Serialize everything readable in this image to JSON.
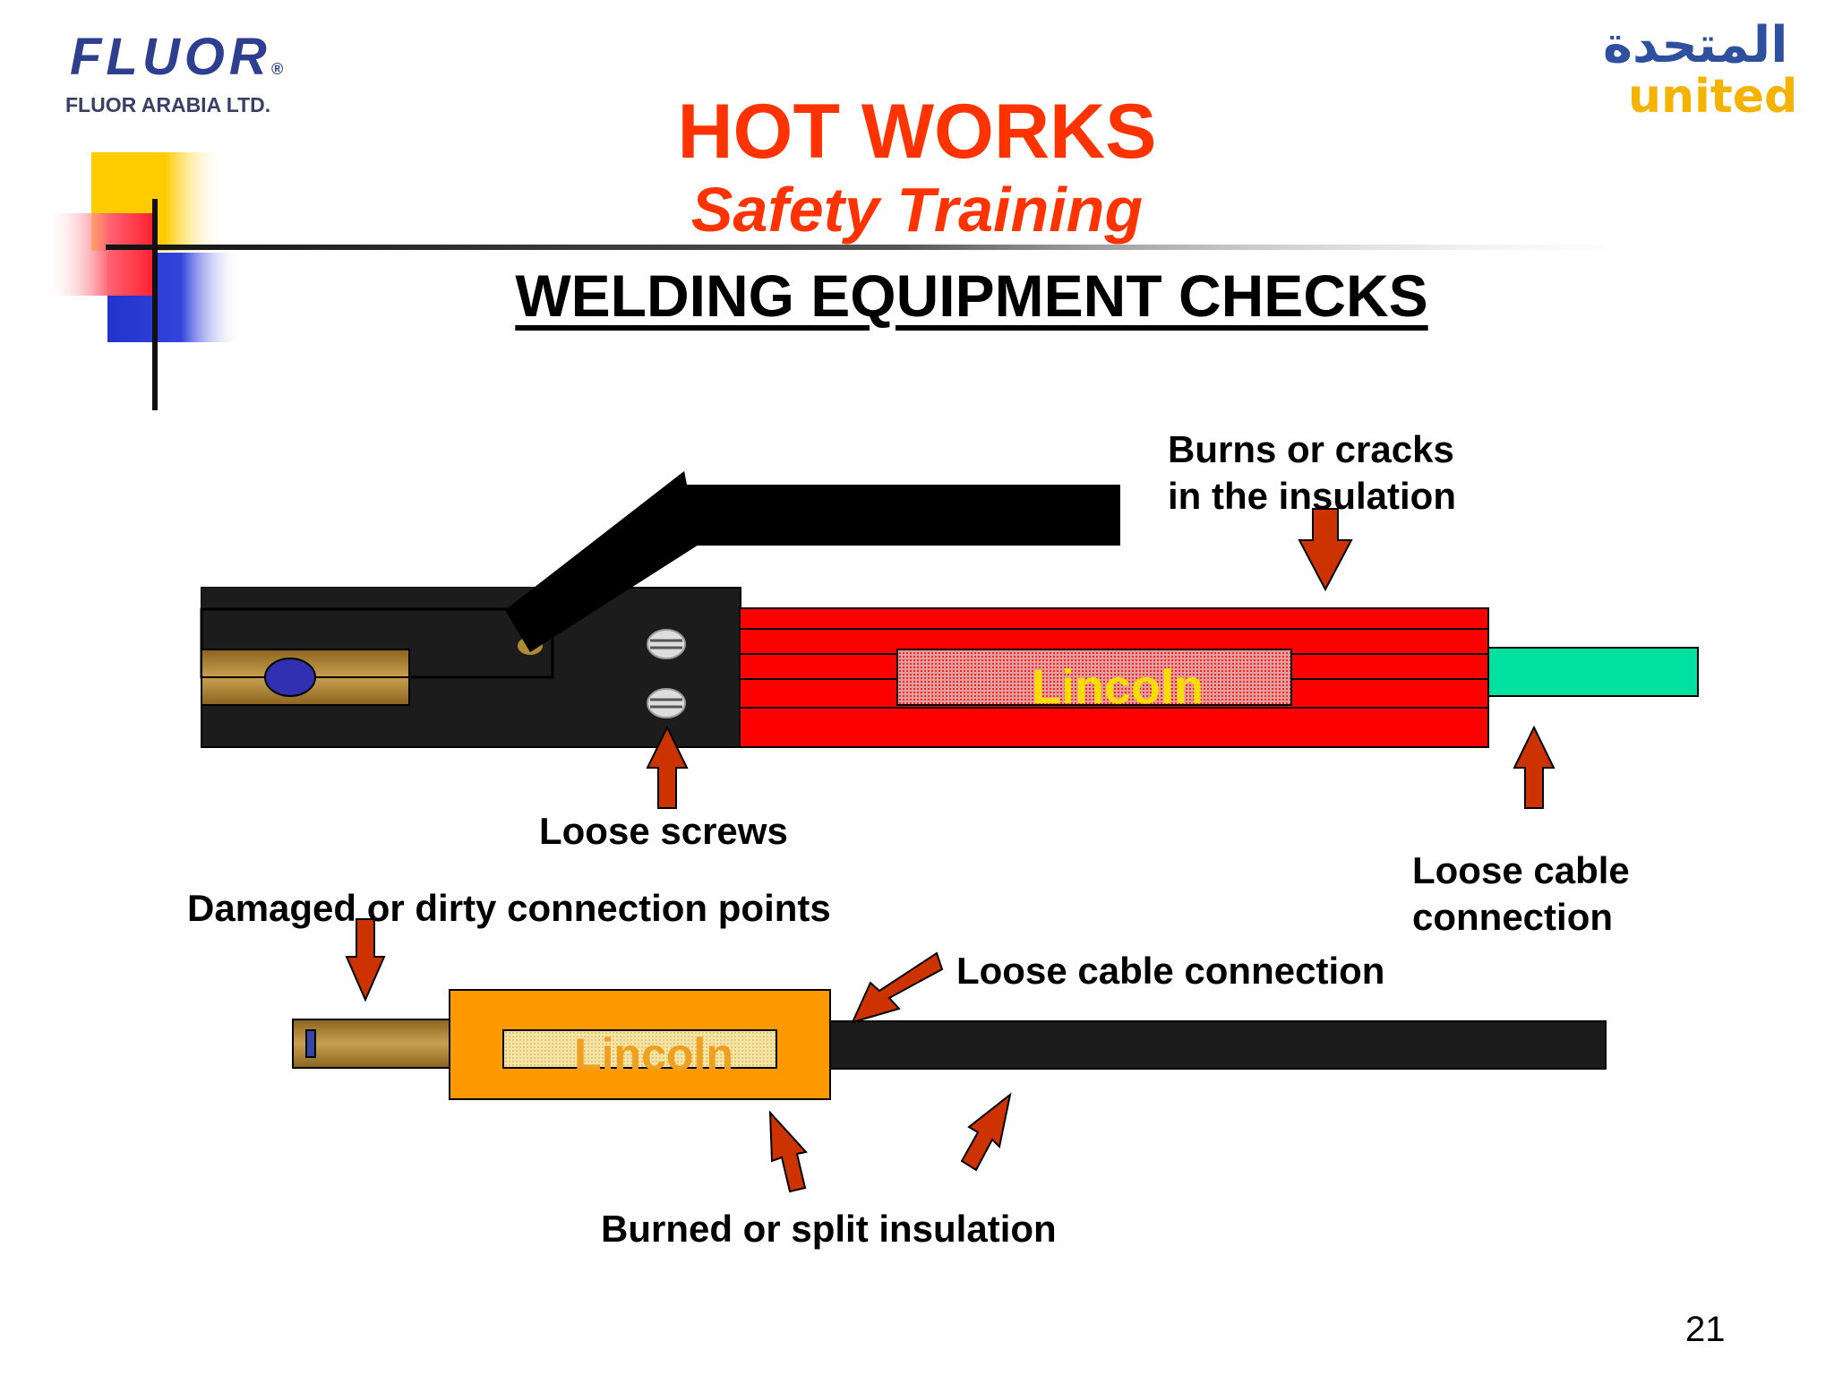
{
  "logos": {
    "fluor": "FLUOR",
    "fluor_registered": "®",
    "fluor_sub": "FLUOR ARABIA LTD.",
    "arabic": "المتحدة",
    "united": "united"
  },
  "header": {
    "title": "HOT WORKS",
    "subtitle": "Safety Training"
  },
  "heading": "WELDING EQUIPMENT  CHECKS",
  "holder": {
    "brand": "Lincoln",
    "labels": {
      "burns_line1": "Burns or cracks",
      "burns_line2": "in the insulation",
      "loose_screws": "Loose screws",
      "loose_cable_line1": "Loose cable",
      "loose_cable_line2": "connection"
    }
  },
  "connector": {
    "brand": "Lincoln",
    "labels": {
      "damaged": "Damaged or dirty connection points",
      "loose_cable": "Loose cable connection",
      "burned": "Burned or split insulation"
    }
  },
  "page_number": "21",
  "colors": {
    "title": "#ff3300",
    "arrow": "#cc3300",
    "holder_body": "#ff0000",
    "holder_dark": "#1c1c1c",
    "connector_body": "#ff9900",
    "cable_end": "#00e0a0",
    "brass": "#a57b28"
  }
}
